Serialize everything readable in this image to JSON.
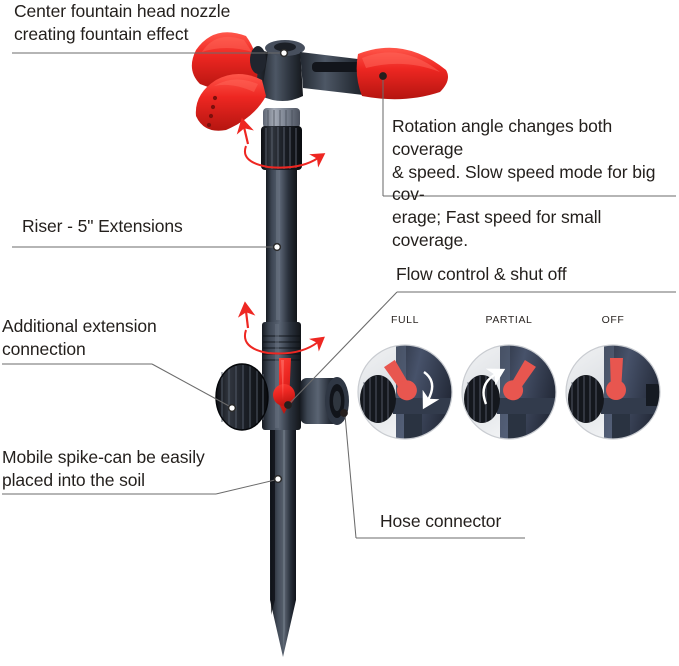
{
  "diagram": {
    "title": "Rotating lawn sprinkler with spike — annotated feature diagram",
    "background_color": "#ffffff",
    "text_color": "#231f1c",
    "accent_red": "#ee2722",
    "lever_red": "#e8564f",
    "body_dark": "#2b3340",
    "body_black": "#16181c",
    "leader_line_color": "#6b6b6b"
  },
  "callouts": {
    "nozzle": {
      "label": "Center fountain head nozzle\ncreating fountain effect",
      "position": "top-left"
    },
    "rotation": {
      "label": "Rotation angle changes both coverage\n& speed. Slow speed mode for big cov-\nerage; Fast speed for small coverage.",
      "position": "top-right"
    },
    "riser": {
      "label": "Riser - 5\" Extensions",
      "position": "middle-left"
    },
    "extension": {
      "label": "Additional extension\nconnection",
      "position": "lower-left"
    },
    "spike": {
      "label": "Mobile spike-can be easily\nplaced into the soil",
      "position": "bottom-left"
    },
    "flow_control": {
      "label": "Flow control & shut off",
      "position": "middle-right"
    },
    "hose_connector": {
      "label": "Hose connector",
      "position": "bottom-right"
    }
  },
  "inset_panel": {
    "heading": "Flow control & shut off",
    "items": [
      {
        "label": "FULL",
        "lever_angle_deg": -34,
        "has_arrow": true,
        "arrow_direction": "clockwise"
      },
      {
        "label": "PARTIAL",
        "lever_angle_deg": 32,
        "has_arrow": true,
        "arrow_direction": "counter-clockwise"
      },
      {
        "label": "OFF",
        "lever_angle_deg": 0,
        "has_arrow": false,
        "arrow_direction": "none"
      }
    ]
  },
  "product": {
    "name": "rotating sprinkler on ground spike",
    "parts": [
      "center fountain head nozzle",
      "red rotor arms",
      "gray rotation collar",
      "riser tube",
      "black ribbed extension knob",
      "red flow control lever",
      "hose connector",
      "ground spike"
    ],
    "rotation_arrows": [
      {
        "location": "head collar",
        "color": "#ee2722"
      },
      {
        "location": "lower riser joint",
        "color": "#ee2722"
      }
    ]
  }
}
